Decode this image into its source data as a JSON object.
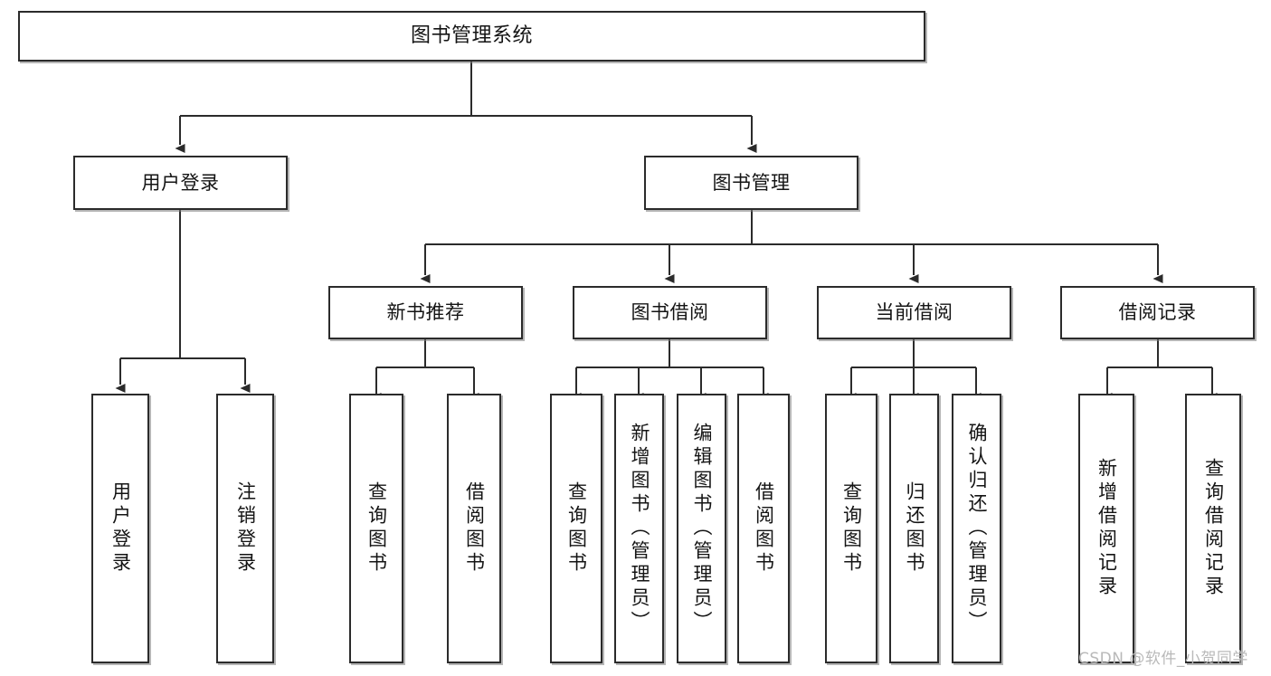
{
  "diagram": {
    "title": "图书管理系统",
    "type": "tree-hierarchy-functional-structure",
    "stroke_color": "#2b2b2b",
    "fill_color": "#ffffff",
    "watermark": "CSDN @软件_小贺同学",
    "nodes": {
      "root": {
        "label": "图书管理系统"
      },
      "l1": [
        {
          "id": "user-login",
          "label": "用户登录"
        },
        {
          "id": "book-manage",
          "label": "图书管理"
        }
      ],
      "l2": [
        {
          "id": "new-book-rec",
          "label": "新书推荐"
        },
        {
          "id": "book-borrow",
          "label": "图书借阅"
        },
        {
          "id": "current-borrow",
          "label": "当前借阅"
        },
        {
          "id": "borrow-record",
          "label": "借阅记录"
        }
      ],
      "leaves": {
        "user_login": [
          {
            "id": "leaf-user-login",
            "label": "用户登录"
          },
          {
            "id": "leaf-logout",
            "label": "注销登录"
          }
        ],
        "new_book_rec": [
          {
            "id": "leaf-query-book-1",
            "label": "查询图书"
          },
          {
            "id": "leaf-borrow-book-1",
            "label": "借阅图书"
          }
        ],
        "book_borrow": [
          {
            "id": "leaf-query-book-2",
            "label": "查询图书"
          },
          {
            "id": "leaf-add-book",
            "label": "新增图书（管理员）"
          },
          {
            "id": "leaf-edit-book",
            "label": "编辑图书（管理员）"
          },
          {
            "id": "leaf-borrow-book-2",
            "label": "借阅图书"
          }
        ],
        "current_borrow": [
          {
            "id": "leaf-query-book-3",
            "label": "查询图书"
          },
          {
            "id": "leaf-return-book",
            "label": "归还图书"
          },
          {
            "id": "leaf-confirm-return",
            "label": "确认归还（管理员）"
          }
        ],
        "borrow_record": [
          {
            "id": "leaf-add-record",
            "label": "新增借阅记录"
          },
          {
            "id": "leaf-query-record",
            "label": "查询借阅记录"
          }
        ]
      }
    }
  }
}
